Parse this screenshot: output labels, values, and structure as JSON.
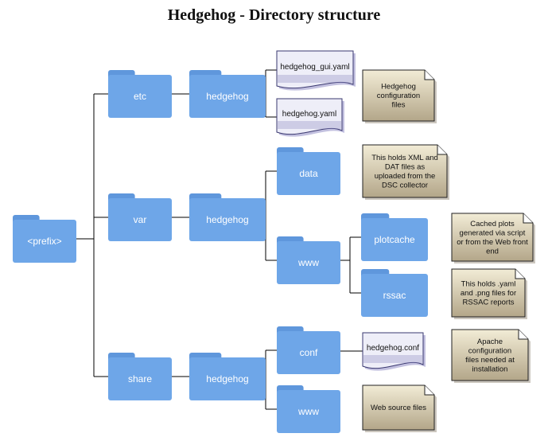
{
  "title": "Hedgehog - Directory structure",
  "colors": {
    "folder_body": "#6ea6e8",
    "folder_tab": "#5f97dc",
    "folder_text": "#ffffff",
    "file_fill": "#eeeef8",
    "file_shade": "#8f8cc4",
    "note_fill": "#f2ecd6",
    "note_shade": "#b3a689",
    "connector": "#000000"
  },
  "folders": [
    {
      "id": "prefix",
      "label": "<prefix>",
      "icon": "folder-icon"
    },
    {
      "id": "etc",
      "label": "etc",
      "icon": "folder-icon"
    },
    {
      "id": "etc_hedgehog",
      "label": "hedgehog",
      "icon": "folder-icon"
    },
    {
      "id": "var",
      "label": "var",
      "icon": "folder-icon"
    },
    {
      "id": "var_hedgehog",
      "label": "hedgehog",
      "icon": "folder-icon"
    },
    {
      "id": "data",
      "label": "data",
      "icon": "folder-icon"
    },
    {
      "id": "var_www",
      "label": "www",
      "icon": "folder-icon"
    },
    {
      "id": "plotcache",
      "label": "plotcache",
      "icon": "folder-icon"
    },
    {
      "id": "rssac",
      "label": "rssac",
      "icon": "folder-icon"
    },
    {
      "id": "share",
      "label": "share",
      "icon": "folder-icon"
    },
    {
      "id": "share_hedgehog",
      "label": "hedgehog",
      "icon": "folder-icon"
    },
    {
      "id": "conf",
      "label": "conf",
      "icon": "folder-icon"
    },
    {
      "id": "share_www",
      "label": "www",
      "icon": "folder-icon"
    }
  ],
  "files": [
    {
      "id": "gui_yaml",
      "label": "hedgehog_gui.yaml",
      "icon": "document-icon"
    },
    {
      "id": "yaml",
      "label": "hedgehog.yaml",
      "icon": "document-icon"
    },
    {
      "id": "conf_file",
      "label": "hedgehog.conf",
      "icon": "document-icon"
    }
  ],
  "notes": [
    {
      "id": "note_config",
      "lines": [
        "Hedgehog",
        "configuration",
        "files"
      ]
    },
    {
      "id": "note_data",
      "lines": [
        "This holds XML and",
        "DAT files as",
        "uploaded from the",
        "DSC collector"
      ]
    },
    {
      "id": "note_plotcache",
      "lines": [
        "Cached plots",
        "generated via script",
        "or from the Web front",
        "end"
      ]
    },
    {
      "id": "note_rssac",
      "lines": [
        "This holds .yaml",
        "and .png files for",
        "RSSAC reports"
      ]
    },
    {
      "id": "note_apache",
      "lines": [
        "Apache",
        "configuration",
        "files needed at",
        "installation"
      ]
    },
    {
      "id": "note_web",
      "lines": [
        "Web source files"
      ]
    }
  ]
}
